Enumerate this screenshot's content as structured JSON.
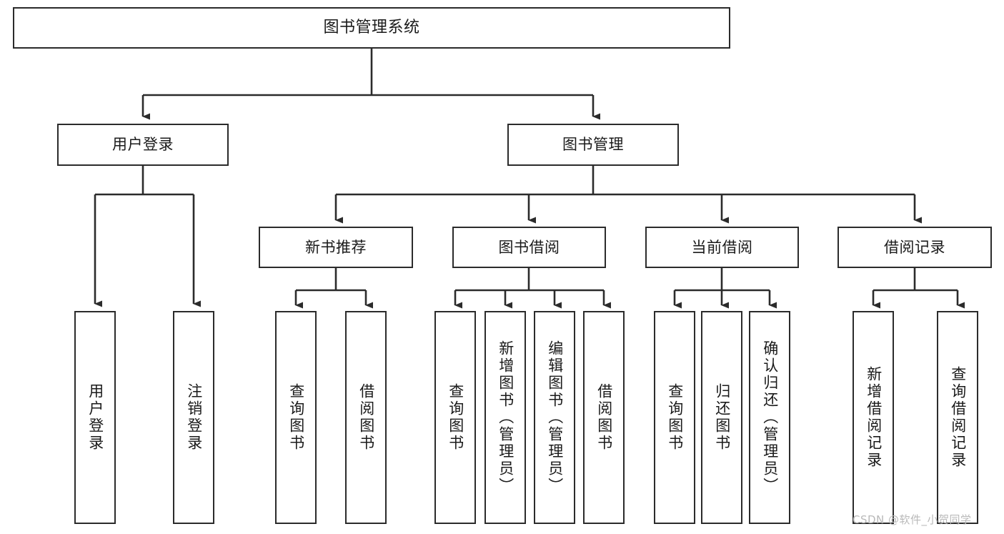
{
  "diagram": {
    "type": "tree-hierarchy",
    "title": "图书管理系统",
    "orientation": "top-down",
    "colors": {
      "stroke": "#2b2b2b",
      "fill": "#ffffff",
      "text": "#1a1a1a",
      "watermark": "#b9b9b9",
      "background": "#ffffff"
    },
    "watermark": "CSDN @软件_小贺同学"
  },
  "nodes": {
    "root": {
      "label": "图书管理系统"
    },
    "level2": [
      {
        "label": "用户登录"
      },
      {
        "label": "图书管理"
      }
    ],
    "level3": [
      {
        "label": "新书推荐"
      },
      {
        "label": "图书借阅"
      },
      {
        "label": "当前借阅"
      },
      {
        "label": "借阅记录"
      }
    ],
    "leaves": {
      "user_login": [
        {
          "label": "用户登录"
        },
        {
          "label": "注销登录"
        }
      ],
      "new_book_recommend": [
        {
          "label": "查询图书"
        },
        {
          "label": "借阅图书"
        }
      ],
      "book_borrow": [
        {
          "label": "查询图书"
        },
        {
          "label": "新增图书（管理员）"
        },
        {
          "label": "编辑图书（管理员）"
        },
        {
          "label": "借阅图书"
        }
      ],
      "current_borrow": [
        {
          "label": "查询图书"
        },
        {
          "label": "归还图书"
        },
        {
          "label": "确认归还（管理员）"
        }
      ],
      "borrow_record": [
        {
          "label": "新增借阅记录"
        },
        {
          "label": "查询借阅记录"
        }
      ]
    }
  }
}
